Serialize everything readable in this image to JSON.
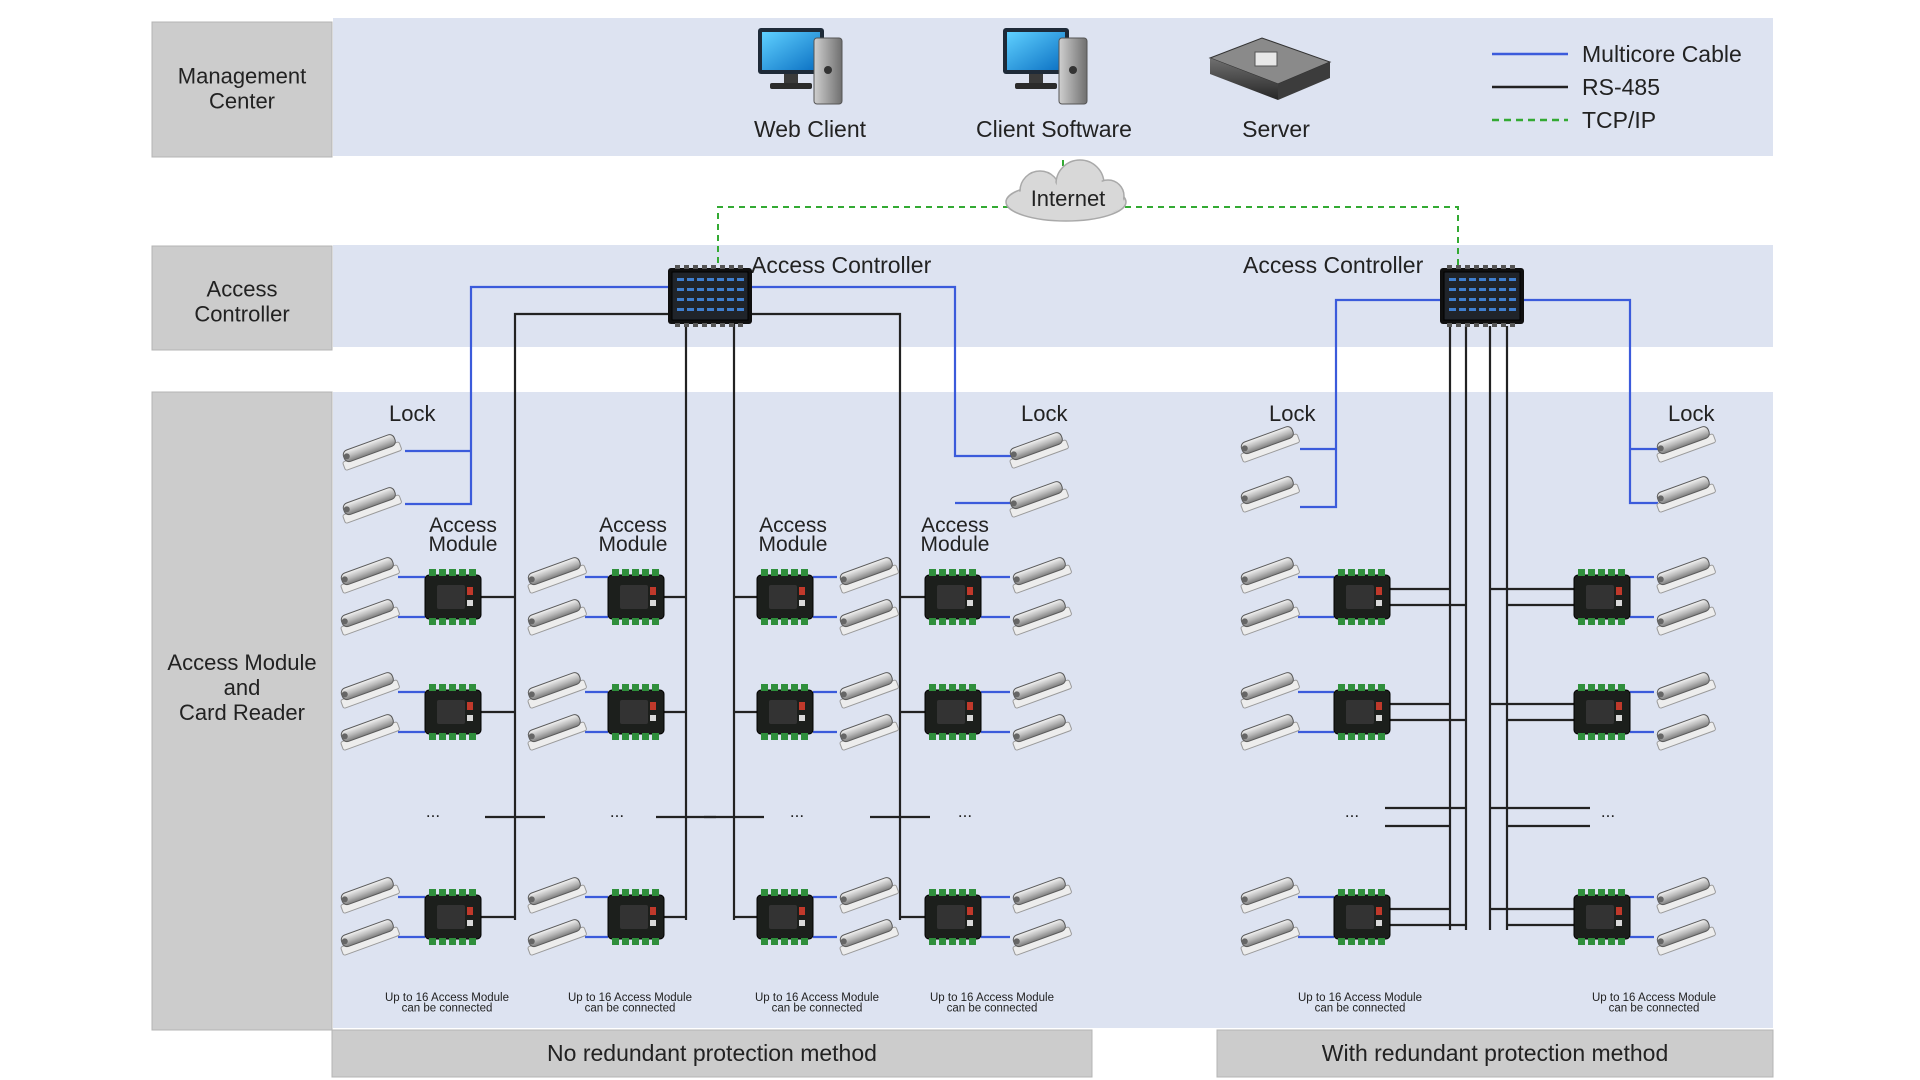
{
  "rows": {
    "management": "Management\nCenter",
    "controller": "Access\nController",
    "module": "Access Module\nand\nCard Reader"
  },
  "devices": {
    "web_client": "Web Client",
    "client_software": "Client Software",
    "server": "Server"
  },
  "legend": [
    {
      "label": "Multicore Cable",
      "color": "#3b5bdb",
      "style": "solid"
    },
    {
      "label": "RS-485",
      "color": "#222222",
      "style": "solid"
    },
    {
      "label": "TCP/IP",
      "color": "#33aa33",
      "style": "dashed"
    }
  ],
  "network": {
    "internet": "Internet"
  },
  "controller_label": "Access Controller",
  "lock_label": "Lock",
  "module_label": "Access\nModule",
  "ellipsis": "...",
  "capacity_note": "Up to 16 Access Module\ncan be connected",
  "methods": {
    "left": "No redundant protection method",
    "right": "With redundant protection method"
  },
  "colors": {
    "band": "#dde3f1",
    "row_header": "#cccccc",
    "multicore": "#3b5bdb",
    "rs485": "#222222",
    "tcpip": "#33aa33"
  }
}
